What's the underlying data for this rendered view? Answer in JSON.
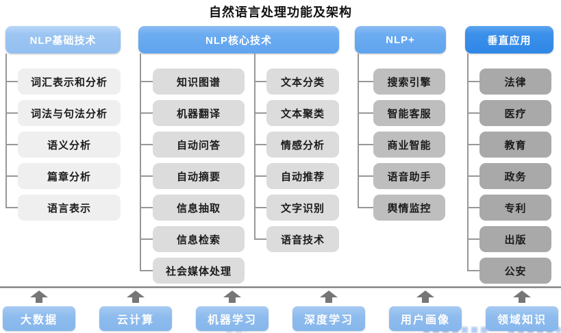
{
  "title": "自然语言处理功能及架构",
  "columns": [
    {
      "header": "NLP基础技术",
      "item_groups": [
        [
          "词汇表示和分析",
          "词法与句法分析",
          "语义分析",
          "篇章分析",
          "语言表示"
        ]
      ]
    },
    {
      "header": "NLP核心技术",
      "item_groups": [
        [
          "知识图谱",
          "机器翻译",
          "自动问答",
          "自动摘要",
          "信息抽取",
          "信息检索",
          "社会媒体处理"
        ],
        [
          "文本分类",
          "文本聚类",
          "情感分析",
          "自动推荐",
          "文字识别",
          "语音技术"
        ]
      ]
    },
    {
      "header": "NLP+",
      "item_groups": [
        [
          "搜索引擎",
          "智能客服",
          "商业智能",
          "语音助手",
          "舆情监控"
        ]
      ]
    },
    {
      "header": "垂直应用",
      "item_groups": [
        [
          "法律",
          "医疗",
          "教育",
          "政务",
          "专利",
          "出版",
          "公安"
        ]
      ]
    }
  ],
  "foundation": {
    "items": [
      "大数据",
      "云计算",
      "机器学习",
      "深度学习",
      "用户画像",
      "领域知识"
    ]
  },
  "colors": {
    "header_light_blue": "#9cc5f2",
    "header_mid_blue": "#6cacf1",
    "header_strong_blue": "#2f87e7",
    "item_gray_l1": "#efefef",
    "item_gray_l2": "#dcdcdc",
    "item_gray_l3": "#bebebe",
    "item_gray_l4": "#a9a9a9",
    "foundation_blue": "#8fbcee",
    "connector_gray": "#979797",
    "arrow_gray": "#767676"
  }
}
